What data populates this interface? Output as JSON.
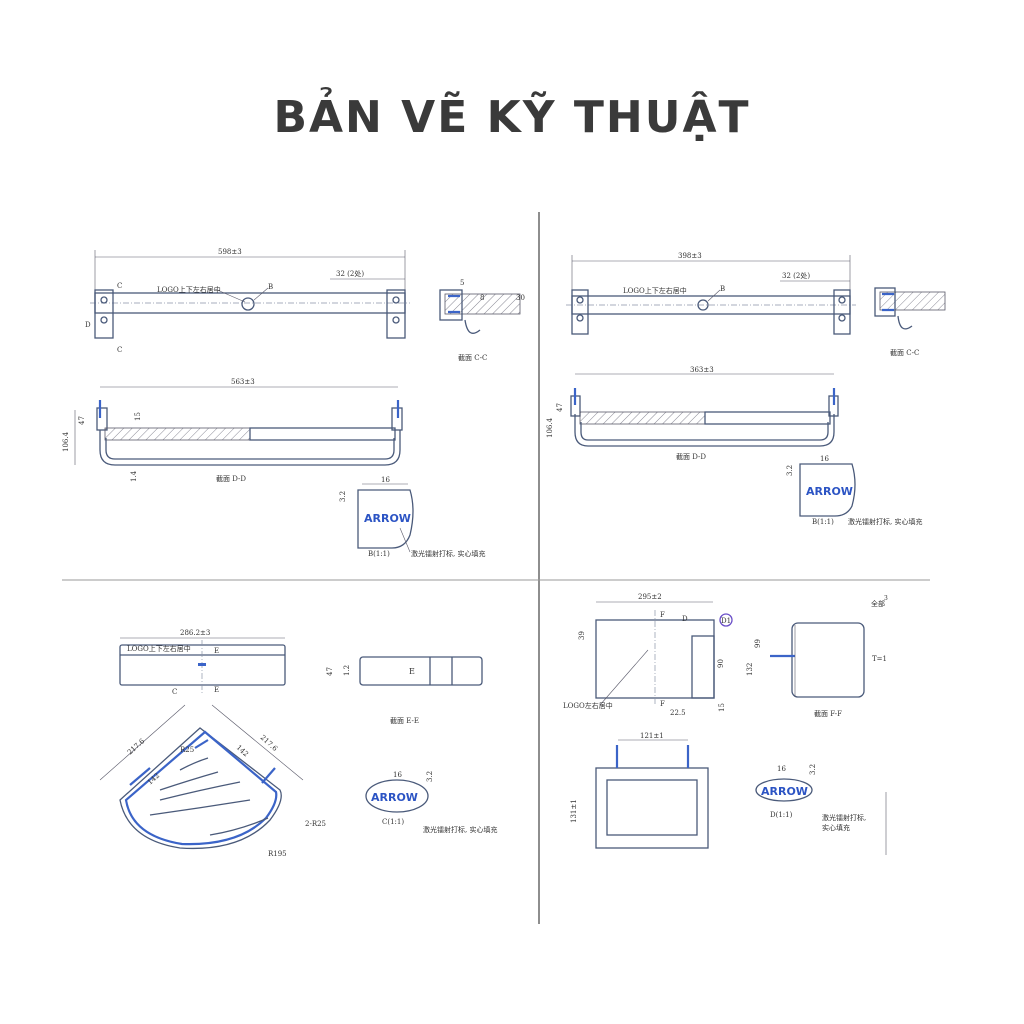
{
  "page": {
    "title": "BẢN VẼ KỸ THUẬT"
  },
  "colors": {
    "title": "#3a3a3a",
    "line": "#4a5a7a",
    "accent_blue": "#3b64c8"
  },
  "q1": {
    "dim_total": "598±3",
    "dim_32": "32 (2处)",
    "logo_note": "LOGO上下左右居中",
    "callout_b": "B",
    "sec_c_left": "C",
    "sec_d_left": "D",
    "section_cc": "截面  C-C",
    "dim_5": "5",
    "dim_8": "8",
    "dim_30": "30",
    "dim_563": "563±3",
    "dim_47": "47",
    "dim_106": "106.4",
    "dim_15": "15",
    "dim_14": "1.4",
    "section_dd": "截面  D-D",
    "dim_16": "16",
    "dim_32b": "3.2",
    "arrow": "ARROW",
    "detail_b": "B(1:1)",
    "laser_note": "激光镭射打标, 实心填充"
  },
  "q2": {
    "dim_total": "398±3",
    "dim_32": "32 (2处)",
    "logo_note": "LOGO上下左右居中",
    "callout_b": "B",
    "section_cc": "截面  C-C",
    "dim_563": "363±3",
    "dim_47": "47",
    "dim_106": "106.4",
    "section_dd": "截面  D-D",
    "dim_16": "16",
    "dim_32b": "3.2",
    "arrow": "ARROW",
    "detail_b": "B(1:1)",
    "laser_note": "激光镭射打标, 实心填充"
  },
  "q3": {
    "dim_286": "286.2±3",
    "logo_note": "LOGO上下左右居中",
    "sec_e": "E",
    "callout_c": "C",
    "dim_47": "47",
    "dim_12": "1.2",
    "section_ee": "截面  E-E",
    "dim_217a": "217.6",
    "dim_217b": "217.6",
    "dim_142a": "142",
    "dim_142b": "142",
    "dim_r25": "R25",
    "dim_2r25": "2-R25",
    "dim_r195": "R195",
    "dim_16": "16",
    "dim_32b": "3.2",
    "arrow": "ARROW",
    "detail_c": "C(1:1)",
    "laser_note": "激光镭射打标, 实心填充"
  },
  "q4": {
    "dim_295": "295±2",
    "sec_f": "F",
    "callout_d": "D",
    "callout_d1": "D1",
    "dim_39": "39",
    "dim_90": "90",
    "dim_225": "22.5",
    "dim_15": "15",
    "logo_note": "LOGO左右居中",
    "all_mark": "全部",
    "all_sup": "3",
    "dim_99": "99",
    "dim_132": "132",
    "dim_t1": "T=1",
    "section_ff": "截面  F-F",
    "dim_121": "121±1",
    "dim_131": "131±1",
    "dim_16": "16",
    "dim_32b": "3.2",
    "arrow": "ARROW",
    "detail_d": "D(1:1)",
    "laser_note": "激光镭射打标,",
    "laser_note2": "实心填充"
  }
}
